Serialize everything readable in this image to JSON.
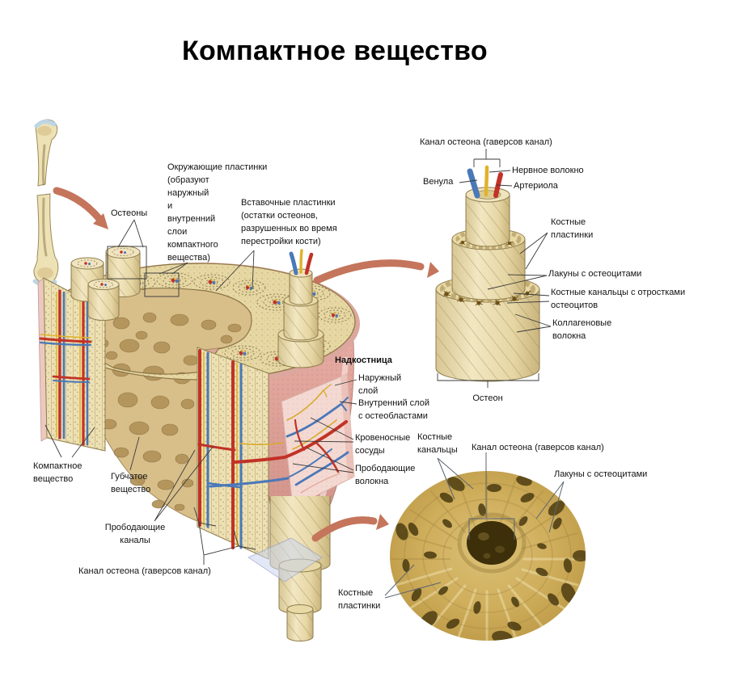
{
  "title": "Компактное вещество",
  "labels": {
    "osteons": "Остеоны",
    "surrounding_plates": "Окружающие пластинки\n(образуют\nнаружный\nи\nвнутренний\nслои\nкомпактного\nвещества)",
    "interstitial_plates": "Вставочные пластинки\n(остатки остеонов,\nразрушенных во время\nперестройки кости)",
    "osteon_canal_top": "Канал остеона (гаверсов канал)",
    "venule": "Венула",
    "nerve_fiber": "Нервное волокно",
    "arteriole": "Артериола",
    "bone_plates_right": "Костные\nпластинки",
    "lacunae_right": "Лакуны с остеоцитами",
    "canaliculi_right": "Костные канальцы с отростками\nостеоцитов",
    "collagen_fibers": "Коллагеновые\nволокна",
    "osteon": "Остеон",
    "periosteum": "Надкостница",
    "outer_layer": "Наружный\nслой",
    "inner_layer": "Внутренний слой\nс остеобластами",
    "blood_vessels": "Кровеносные\nсосуды",
    "perforating_fibers": "Прободающие\nволокна",
    "compact_substance": "Компактное\nвещество",
    "spongy_substance": "Губчатое\nвещество",
    "perforating_canals": "Прободающие\nканалы",
    "osteon_canal_left": "Канал остеона (гаверсов канал)",
    "bone_canaliculi_bottom": "Костные\nканальцы",
    "osteon_canal_micro": "Канал остеона (гаверсов канал)",
    "lacunae_micro": "Лакуны с остеоцитами",
    "bone_plates_micro": "Костные\nпластинки"
  },
  "colors": {
    "arrow": "#c4755b",
    "bone_surface": "#e6d7a3",
    "bone_light": "#efe4bd",
    "spongy": "#d8bf8a",
    "periosteum_pink": "#e3a89f",
    "flap_pink": "#f3d9d2",
    "vessel_red": "#c23227",
    "vessel_blue": "#4a78b8",
    "vessel_yellow": "#e0b32c",
    "micrograph_gold": "#cfae5c",
    "leader_line": "#3a3a3a"
  }
}
